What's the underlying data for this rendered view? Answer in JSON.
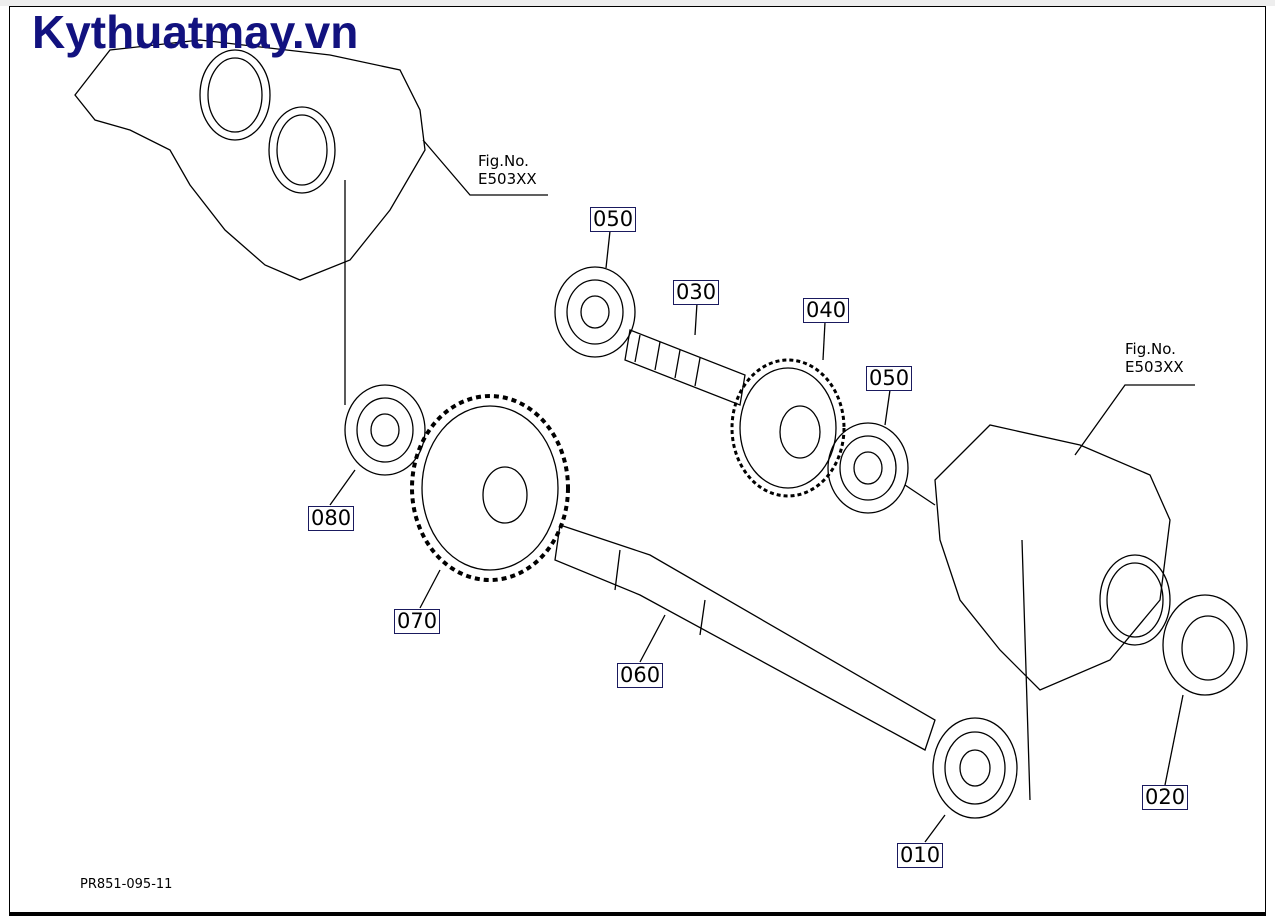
{
  "watermark": "Kythuatmay.vn",
  "drawing_code": "PR851-095-11",
  "figure_refs": [
    {
      "label": "Fig.No.",
      "number": "E503XX"
    },
    {
      "label": "Fig.No.",
      "number": "E503XX"
    }
  ],
  "callouts": {
    "p050_top": "050",
    "p030": "030",
    "p040": "040",
    "p050_right": "050",
    "p080": "080",
    "p070": "070",
    "p060": "060",
    "p010": "010",
    "p020": "020"
  },
  "colors": {
    "brand": "#12127f",
    "callout_border": "#1a1a5e"
  }
}
